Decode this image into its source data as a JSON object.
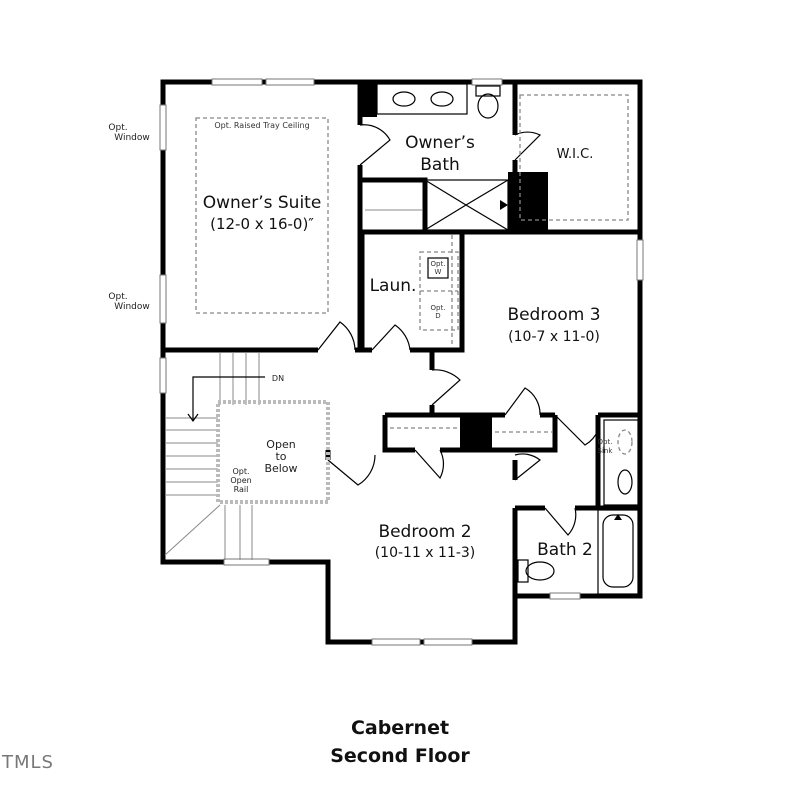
{
  "plan": {
    "name": "Cabernet",
    "floor": "Second Floor",
    "rooms": {
      "owners_suite": {
        "name": "Owner’s Suite",
        "dims": "(12-0 x 16-0)″",
        "note": "Opt. Raised Tray Ceiling"
      },
      "owners_bath": {
        "line1": "Owner’s",
        "line2": "Bath"
      },
      "wic": {
        "name": "W.I.C."
      },
      "laundry": {
        "name": "Laun.",
        "opt_w_1": "Opt.",
        "opt_w_2": "W",
        "opt_d_1": "Opt.",
        "opt_d_2": "D"
      },
      "bedroom3": {
        "name": "Bedroom 3",
        "dims": "(10-7 x 11-0)"
      },
      "bedroom2": {
        "name": "Bedroom 2",
        "dims": "(10-11 x 11-3)"
      },
      "bath2": {
        "name": "Bath 2",
        "opt_sink_1": "Opt.",
        "opt_sink_2": "Sink"
      },
      "open_below": {
        "line1": "Open",
        "line2": "to",
        "line3": "Below"
      },
      "open_rail": {
        "line1": "Opt.",
        "line2": "Open",
        "line3": "Rail"
      },
      "stairs": {
        "label": "DN"
      }
    },
    "windows": {
      "opt1_l1": "Opt.",
      "opt1_l2": "Window",
      "opt2_l1": "Opt.",
      "opt2_l2": "Window"
    }
  },
  "watermark": "TMLS"
}
